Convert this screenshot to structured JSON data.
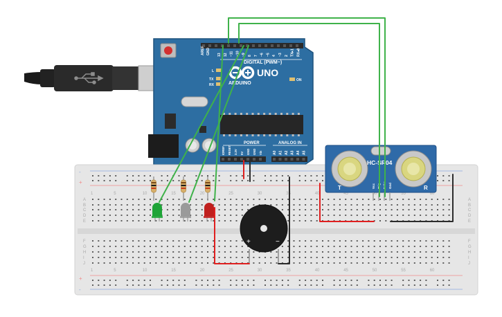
{
  "arduino": {
    "board_name": "UNO",
    "brand": "ARDUINO",
    "digital_label": "DIGITAL (PWM~)",
    "power_label": "POWER",
    "analog_label": "ANALOG IN",
    "on_label": "ON",
    "tx_label": "TX",
    "rx_label": "RX",
    "l_label": "L",
    "aref_label": "AREF",
    "gnd_label": "GND",
    "digital_pins": [
      "13",
      "12",
      "~11",
      "~10",
      "~9",
      "8",
      "7",
      "~6",
      "~5",
      "4",
      "~3",
      "2",
      "TX▸1",
      "RX◂0"
    ],
    "power_pins": [
      "IOREF",
      "RESET",
      "3.3V",
      "5V",
      "GND",
      "GND",
      "Vin"
    ],
    "analog_pins": [
      "A0",
      "A1",
      "A2",
      "A3",
      "A4",
      "A5"
    ]
  },
  "sensor": {
    "name": "HC-SR04",
    "left_mark": "T",
    "right_mark": "R",
    "pins": [
      "Vcc",
      "Trig",
      "Echo",
      "Gnd"
    ]
  },
  "breadboard": {
    "row_letters_top": [
      "A",
      "B",
      "C",
      "D",
      "E"
    ],
    "row_letters_bottom": [
      "F",
      "G",
      "H",
      "I",
      "J"
    ],
    "column_numbers": [
      "1",
      "5",
      "10",
      "15",
      "20",
      "25",
      "30",
      "35",
      "40",
      "45",
      "50",
      "55",
      "60"
    ],
    "rail_plus": "+",
    "rail_minus": "-"
  },
  "buzzer": {
    "plus_mark": "+",
    "minus_mark": "−"
  },
  "leds": [
    {
      "name": "green",
      "color": "#1ea437"
    },
    {
      "name": "gray",
      "color": "#9a9a9a"
    },
    {
      "name": "red",
      "color": "#c0201e"
    }
  ],
  "colors": {
    "board": "#2d6ea2",
    "board_dark": "#1f527c",
    "wire_green": "#3fb24a",
    "wire_red": "#e01f1f",
    "wire_black": "#2b2b2b",
    "rail_red": "#f08a8a",
    "rail_blue": "#8aa8e0"
  },
  "icons": {
    "usb": "usb-icon",
    "logo": "arduino-infinity-logo-icon"
  }
}
